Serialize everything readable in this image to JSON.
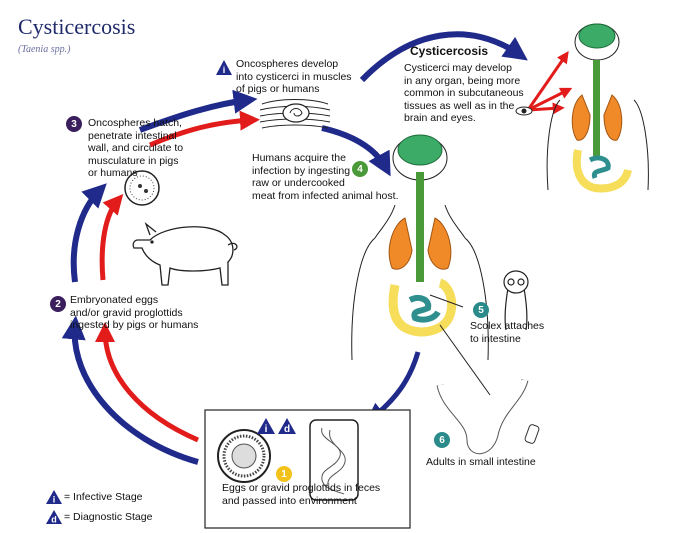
{
  "title": "Cysticercosis",
  "subtitle": "(Taenia spp.)",
  "colors": {
    "dark_blue": "#1f2a8a",
    "red": "#e21b1b",
    "purple": "#3b1e5e",
    "green": "#4a9a3a",
    "teal": "#2b8a8a",
    "yellow": "#f2c21b",
    "brain": "#3cab67",
    "lung": "#f08a28",
    "intestine": "#f6dd5a",
    "stomach": "#2f8f8f"
  },
  "steps": [
    {
      "number": "1",
      "text": "Eggs or gravid proglottids in feces\nand passed into environment"
    },
    {
      "number": "2",
      "text": "Embryonated eggs\nand/or gravid proglottids\ningested by pigs or humans"
    },
    {
      "number": "3",
      "text": "Oncospheres hatch,\npenetrate intestinal\nwall, and circulate to\nmusculature in pigs\nor humans"
    },
    {
      "number": "4",
      "text": "Humans acquire the\ninfection by ingesting\nraw or undercooked\nmeat from infected animal host."
    },
    {
      "number": "5",
      "text": "Scolex attaches\nto intestine"
    },
    {
      "number": "6",
      "text": "Adults in small intestine"
    }
  ],
  "cysticerci_note": "Oncospheres develop\ninto cysticerci in muscles\nof pigs or humans",
  "cysticerci_icon_label": "i",
  "cysticercosis_box": {
    "title": "Cysticercosis",
    "text": "Cysticerci may develop\nin any organ, being more\ncommon in subcutaneous\ntissues as well as in the\nbrain and eyes."
  },
  "stage_badges": {
    "infective": "i",
    "diagnostic": "d"
  },
  "legend": [
    {
      "letter": "i",
      "text": "= Infective Stage"
    },
    {
      "letter": "d",
      "text": "= Diagnostic Stage"
    }
  ]
}
